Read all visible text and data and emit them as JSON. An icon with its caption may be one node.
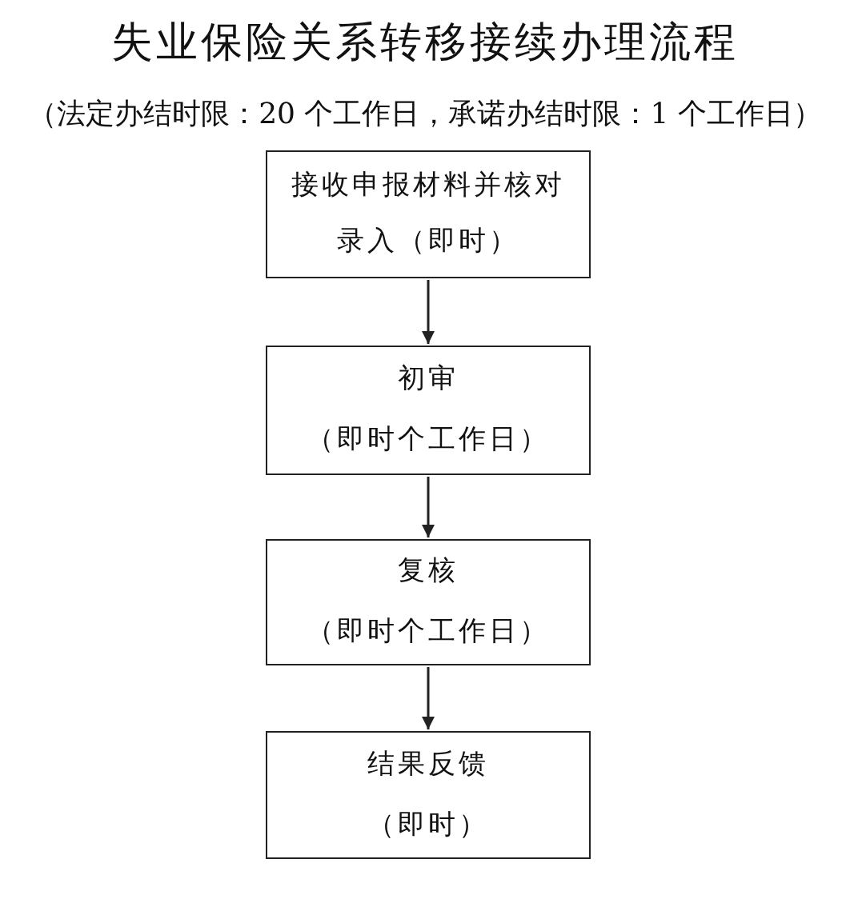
{
  "diagram": {
    "title": "失业保险关系转移接续办理流程",
    "nodes": [
      {
        "text": [
          "接收申报材料并核对录入（即时）"
        ]
      },
      {
        "text": [
          "初审",
          "（即时个工作日）"
        ]
      },
      {
        "text": [
          "复核",
          "（即时个工作日）"
        ]
      },
      {
        "text": [
          "结果反馈",
          "（即时）"
        ]
      }
    ],
    "edges": [
      {
        "from": 0,
        "to": 1,
        "arrow": "to"
      },
      {
        "from": 1,
        "to": 2,
        "arrow": "to"
      },
      {
        "from": 2,
        "to": 3,
        "arrow": "to"
      }
    ],
    "labels": [
      "（法定办结时限：20 个工作日，承诺办结时限：1 个工作日）"
    ]
  }
}
